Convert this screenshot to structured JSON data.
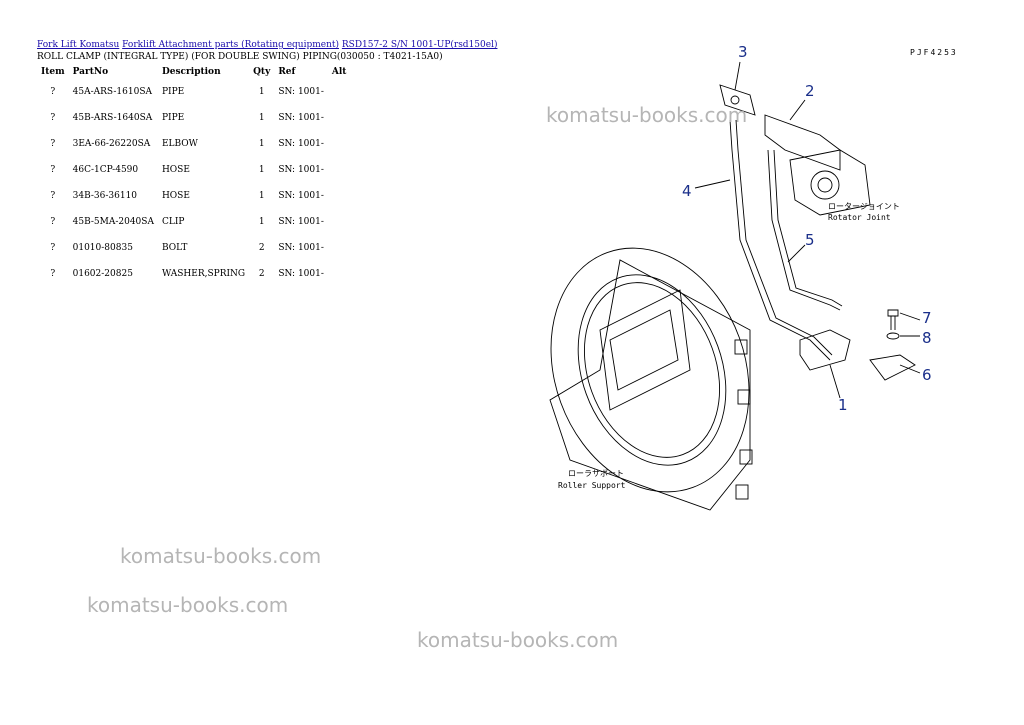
{
  "breadcrumb": {
    "link1": "Fork Lift Komatsu",
    "link2": "Forklift Attachment parts (Rotating equipment)",
    "link3": "RSD157-2 S/N 1001-UP(rsd150el)"
  },
  "subtitle": "ROLL CLAMP (INTEGRAL TYPE) (FOR DOUBLE SWING) PIPING(030050 : T4021-15A0)",
  "table": {
    "headers": {
      "item": "Item",
      "partno": "PartNo",
      "description": "Description",
      "qty": "Qty",
      "ref": "Ref",
      "alt": "Alt"
    },
    "rows": [
      {
        "item": "?",
        "partno": "45A-ARS-1610SA",
        "description": "PIPE",
        "qty": "1",
        "ref": "SN: 1001-"
      },
      {
        "item": "?",
        "partno": "45B-ARS-1640SA",
        "description": "PIPE",
        "qty": "1",
        "ref": "SN: 1001-"
      },
      {
        "item": "?",
        "partno": "3EA-66-26220SA",
        "description": "ELBOW",
        "qty": "1",
        "ref": "SN: 1001-"
      },
      {
        "item": "?",
        "partno": "46C-1CP-4590",
        "description": "HOSE",
        "qty": "1",
        "ref": "SN: 1001-"
      },
      {
        "item": "?",
        "partno": "34B-36-36110",
        "description": "HOSE",
        "qty": "1",
        "ref": "SN: 1001-"
      },
      {
        "item": "?",
        "partno": "45B-5MA-2040SA",
        "description": "CLIP",
        "qty": "1",
        "ref": "SN: 1001-"
      },
      {
        "item": "?",
        "partno": "01010-80835",
        "description": "BOLT",
        "qty": "2",
        "ref": "SN: 1001-"
      },
      {
        "item": "?",
        "partno": "01602-20825",
        "description": "WASHER,SPRING",
        "qty": "2",
        "ref": "SN: 1001-"
      }
    ]
  },
  "watermarks": [
    "komatsu-books.com",
    "komatsu-books.com",
    "komatsu-books.com",
    "komatsu-books.com"
  ],
  "diagram": {
    "code": "PJF4253",
    "callouts": [
      "1",
      "2",
      "3",
      "4",
      "5",
      "6",
      "7",
      "8"
    ],
    "rotator_jp": "ロータージョイント",
    "rotator_en": "Rotator Joint",
    "roller_jp": "ローラサポート",
    "roller_en": "Roller Support"
  },
  "colors": {
    "link": "#1a0dab",
    "callout": "#1a2f8a",
    "watermark": "#b5b5b5"
  }
}
